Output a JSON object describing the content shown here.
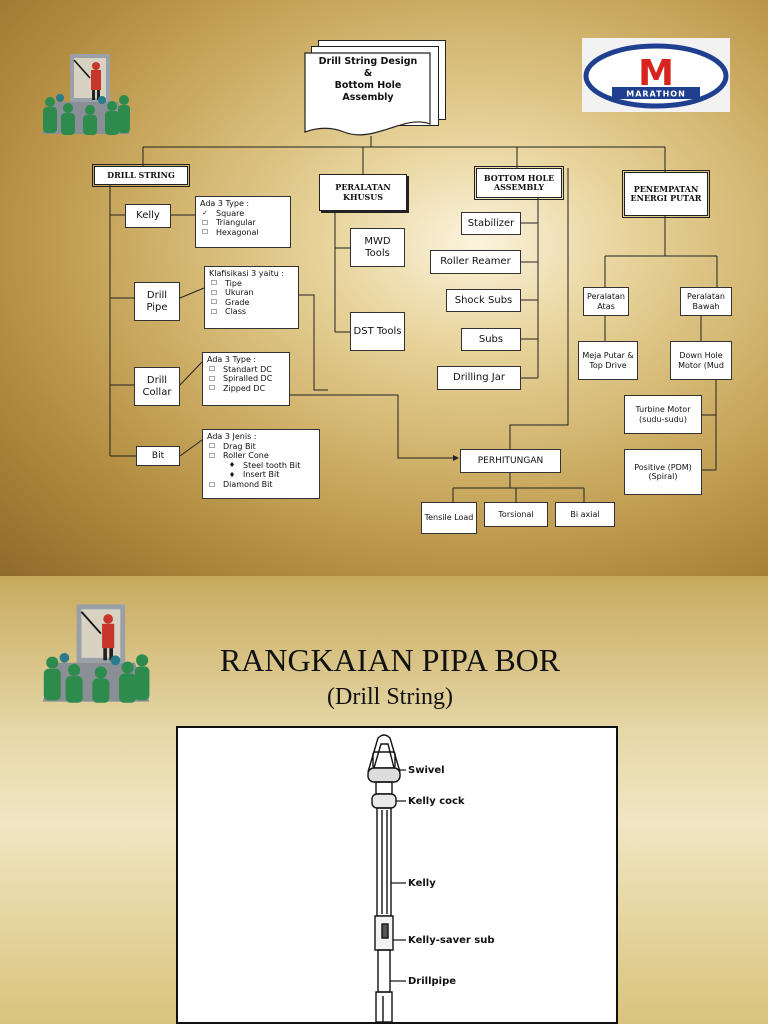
{
  "slide1": {
    "title_doc": [
      "Drill String Design",
      "&",
      "Bottom Hole",
      "Assembly"
    ],
    "logo": {
      "text": "MARATHON",
      "letter": "M",
      "color": "#d8231f"
    },
    "categories": {
      "drill_string": "DRILL STRING",
      "peralatan_khusus": "PERALATAN KHUSUS",
      "bha": "BOTTOM HOLE ASSEMBLY",
      "penempatan": "PENEMPATAN ENERGI PUTAR"
    },
    "drill_items": {
      "kelly": "Kelly",
      "drill_pipe": "Drill Pipe",
      "drill_collar": "Drill Collar",
      "bit": "Bit"
    },
    "kelly_types": {
      "title": "Ada 3 Type :",
      "items": [
        "Square",
        "Triangular",
        "Hexagonal"
      ]
    },
    "pipe_class": {
      "title": "Klafisikasi 3 yaitu :",
      "items": [
        "Tipe",
        "Ukuran",
        "Grade",
        "Class"
      ]
    },
    "collar_types": {
      "title": "Ada 3 Type :",
      "items": [
        "Standart DC",
        "Spiralled DC",
        "Zipped DC"
      ]
    },
    "bit_types": {
      "title": "Ada 3  Jenis :",
      "items": [
        "Drag Bit",
        "Roller Cone",
        "Steel tooth Bit",
        "Insert Bit",
        "Diamond Bit"
      ]
    },
    "khusus_items": {
      "mwd": "MWD Tools",
      "dst": "DST Tools"
    },
    "bha_items": [
      "Stabilizer",
      "Roller Reamer",
      "Shock Subs",
      "Subs",
      "Drilling Jar"
    ],
    "penempatan_items": {
      "atas": "Peralatan Atas",
      "bawah": "Peralatan Bawah",
      "meja_putar": "Meja Putar & Top Drive",
      "downhole": "Down Hole Motor (Mud",
      "turbine": "Turbine Motor (sudu-sudu)",
      "positive": "Positive (PDM) (Spiral)"
    },
    "perhitungan": {
      "title": "PERHITUNGAN",
      "items": [
        "Tensile Load",
        "Torsional",
        "Bi axial"
      ]
    }
  },
  "slide2": {
    "title": "RANGKAIAN PIPA BOR",
    "subtitle": "(Drill String)",
    "diagram_labels": [
      "Swivel",
      "Kelly cock",
      "Kelly",
      "Kelly-saver sub",
      "Drillpipe"
    ]
  }
}
